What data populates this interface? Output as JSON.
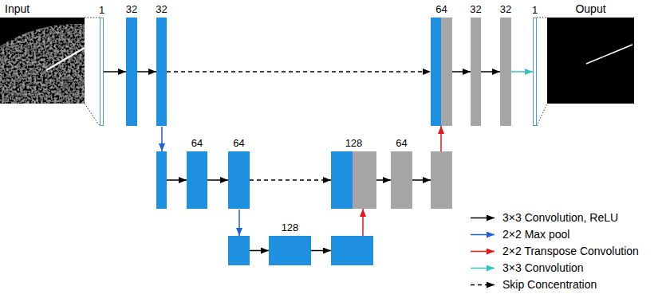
{
  "diagram": {
    "nodes": [
      {
        "text": [
          "Input"
        ]
      },
      {
        "text": [
          "1"
        ]
      },
      {
        "text": [
          "32"
        ]
      },
      {
        "text": [
          "32"
        ]
      },
      {
        "text": [
          "64"
        ]
      },
      {
        "text": [
          "32"
        ]
      },
      {
        "text": [
          "32"
        ]
      },
      {
        "text": [
          "1"
        ]
      },
      {
        "text": [
          "Ouput"
        ]
      },
      {
        "text": [
          "64"
        ]
      },
      {
        "text": [
          "64"
        ]
      },
      {
        "text": [
          "128"
        ]
      },
      {
        "text": [
          "64"
        ]
      },
      {
        "text": [
          "128"
        ]
      }
    ],
    "edges": [
      {
        "from": 1,
        "to": 2,
        "arrow": "to"
      },
      {
        "from": 2,
        "to": 3,
        "arrow": "to"
      },
      {
        "from": 3,
        "to": 4,
        "arrow": "to"
      },
      {
        "from": 4,
        "to": 5,
        "arrow": "to"
      },
      {
        "from": 5,
        "to": 6,
        "arrow": "to"
      },
      {
        "from": 6,
        "to": 7,
        "arrow": "to"
      },
      {
        "from": 9,
        "to": 10,
        "arrow": "to"
      },
      {
        "from": 10,
        "to": 11,
        "arrow": "to"
      },
      {
        "from": 11,
        "to": 12,
        "arrow": "to"
      }
    ],
    "legend": [
      {
        "text": "3×3 Convolution, ReLU"
      },
      {
        "text": "2×2 Max pool"
      },
      {
        "text": "2×2 Transpose Convolution"
      },
      {
        "text": "3×3 Convolution"
      },
      {
        "text": "Skip Concentration"
      }
    ]
  }
}
